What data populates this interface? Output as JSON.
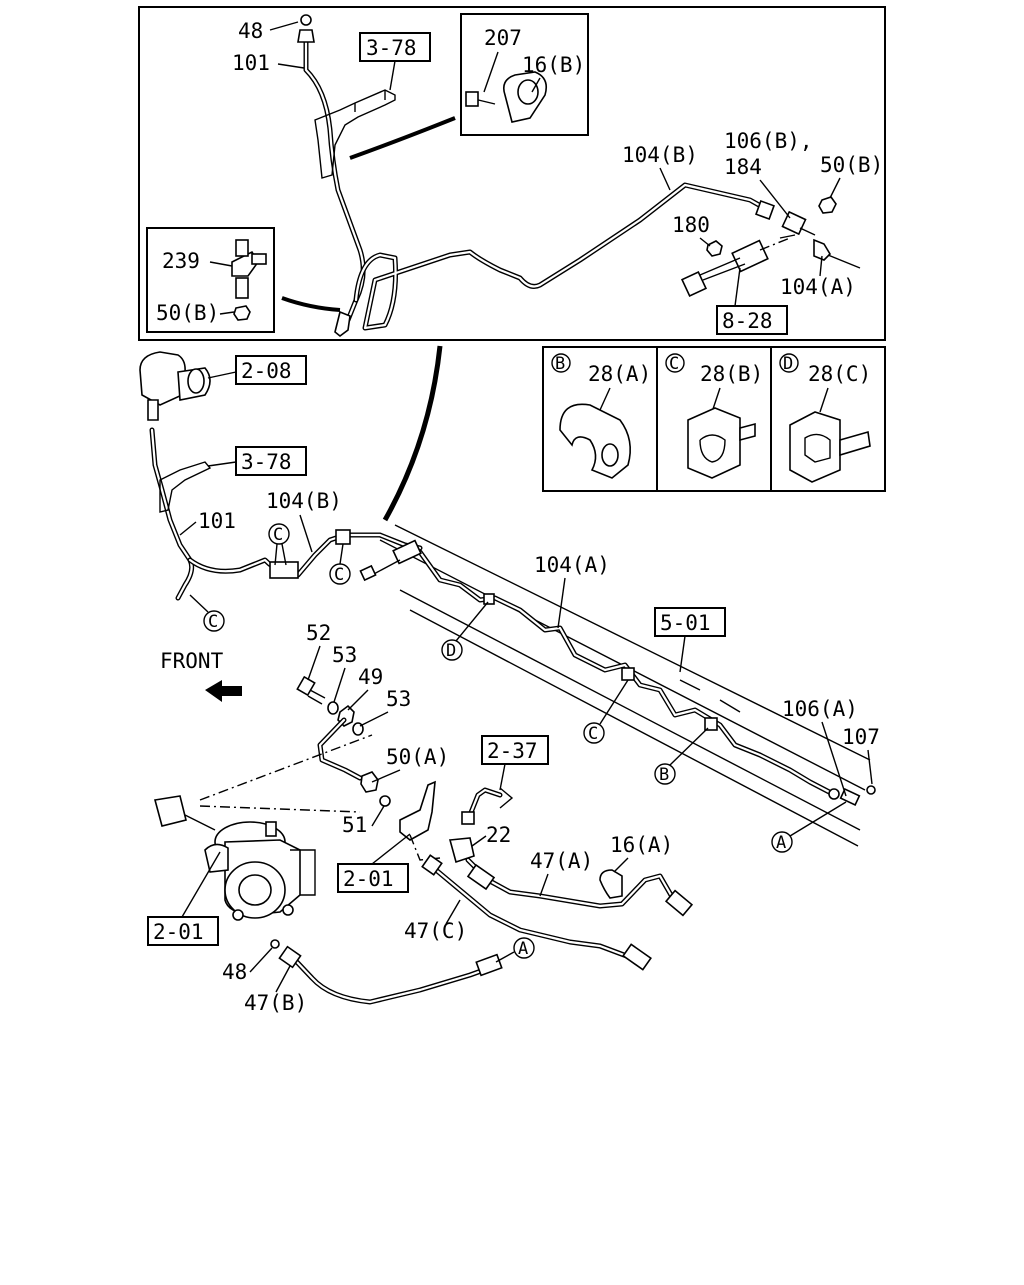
{
  "labels": {
    "top_48": "48",
    "top_101": "101",
    "top_ref_3_78": "3-78",
    "inset_207": "207",
    "inset_16b": "16(B)",
    "top_104b": "104(B)",
    "top_106b": "106(B),",
    "top_184": "184",
    "top_50b": "50(B)",
    "top_180": "180",
    "top_104a": "104(A)",
    "top_ref_8_28": "8-28",
    "inset_239": "239",
    "inset_50b": "50(B)",
    "ref_2_08": "2-08",
    "ref_3_78_mid": "3-78",
    "mid_101": "101",
    "mid_104b": "104(B)",
    "mid_104a": "104(A)",
    "ref_5_01": "5-01",
    "front": "FRONT",
    "l52": "52",
    "l53a": "53",
    "l49": "49",
    "l53b": "53",
    "l50a": "50(A)",
    "l51": "51",
    "ref_2_37": "2-37",
    "l22": "22",
    "l47a": "47(A)",
    "l16a": "16(A)",
    "ref_2_01a": "2-01",
    "ref_2_01b": "2-01",
    "l47c": "47(C)",
    "l48b": "48",
    "l47b": "47(B)",
    "l106a": "106(A)",
    "l107": "107"
  },
  "detail_panels": [
    {
      "letter": "B",
      "part": "28(A)"
    },
    {
      "letter": "C",
      "part": "28(B)"
    },
    {
      "letter": "D",
      "part": "28(C)"
    }
  ],
  "circle_markers": {
    "c1": "C",
    "c2": "C",
    "c3": "C",
    "c4": "C",
    "d1": "D",
    "b1": "B",
    "a1": "A",
    "a2": "A"
  }
}
